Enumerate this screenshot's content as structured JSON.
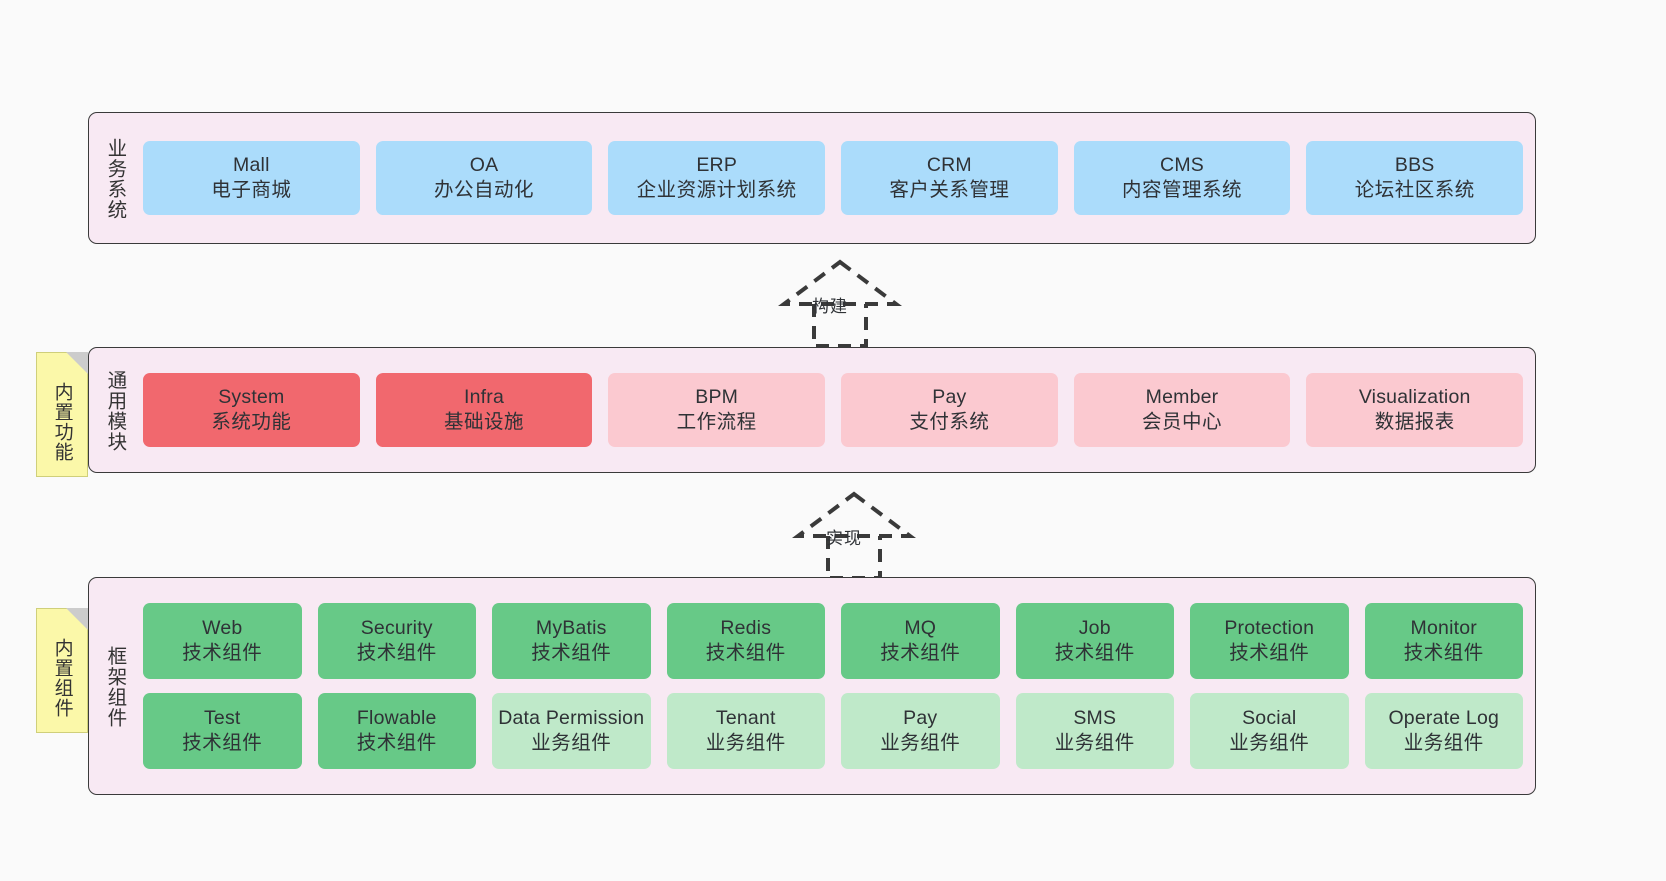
{
  "diagram": {
    "background": "#fafafa",
    "layer_fill": "#f8e9f3",
    "layer_border": "#3a3a3a",
    "note_fill": "#fbf8a9"
  },
  "layers": [
    {
      "id": "business",
      "title": "业务系统",
      "color": "#abdcfb",
      "cards": [
        {
          "en": "Mall",
          "cn": "电子商城"
        },
        {
          "en": "OA",
          "cn": "办公自动化"
        },
        {
          "en": "ERP",
          "cn": "企业资源计划系统"
        },
        {
          "en": "CRM",
          "cn": "客户关系管理"
        },
        {
          "en": "CMS",
          "cn": "内容管理系统"
        },
        {
          "en": "BBS",
          "cn": "论坛社区系统"
        }
      ]
    },
    {
      "id": "common",
      "title": "通用模块",
      "note": "内置功能",
      "cards": [
        {
          "en": "System",
          "cn": "系统功能",
          "color": "#f1686e"
        },
        {
          "en": "Infra",
          "cn": "基础设施",
          "color": "#f1686e"
        },
        {
          "en": "BPM",
          "cn": "工作流程",
          "color": "#fbc9d0"
        },
        {
          "en": "Pay",
          "cn": "支付系统",
          "color": "#fbc9d0"
        },
        {
          "en": "Member",
          "cn": "会员中心",
          "color": "#fbc9d0"
        },
        {
          "en": "Visualization",
          "cn": "数据报表",
          "color": "#fbc9d0"
        }
      ]
    },
    {
      "id": "framework",
      "title": "框架组件",
      "note": "内置组件",
      "rows": [
        [
          {
            "en": "Web",
            "cn": "技术组件",
            "color": "#67c987"
          },
          {
            "en": "Security",
            "cn": "技术组件",
            "color": "#67c987"
          },
          {
            "en": "MyBatis",
            "cn": "技术组件",
            "color": "#67c987"
          },
          {
            "en": "Redis",
            "cn": "技术组件",
            "color": "#67c987"
          },
          {
            "en": "MQ",
            "cn": "技术组件",
            "color": "#67c987"
          },
          {
            "en": "Job",
            "cn": "技术组件",
            "color": "#67c987"
          },
          {
            "en": "Protection",
            "cn": "技术组件",
            "color": "#67c987"
          },
          {
            "en": "Monitor",
            "cn": "技术组件",
            "color": "#67c987"
          }
        ],
        [
          {
            "en": "Test",
            "cn": "技术组件",
            "color": "#67c987"
          },
          {
            "en": "Flowable",
            "cn": "技术组件",
            "color": "#67c987"
          },
          {
            "en": "Data Permission",
            "cn": "业务组件",
            "color": "#bfe9c9"
          },
          {
            "en": "Tenant",
            "cn": "业务组件",
            "color": "#bfe9c9"
          },
          {
            "en": "Pay",
            "cn": "业务组件",
            "color": "#bfe9c9"
          },
          {
            "en": "SMS",
            "cn": "业务组件",
            "color": "#bfe9c9"
          },
          {
            "en": "Social",
            "cn": "业务组件",
            "color": "#bfe9c9"
          },
          {
            "en": "Operate Log",
            "cn": "业务组件",
            "color": "#bfe9c9"
          }
        ]
      ]
    }
  ],
  "connectors": [
    {
      "id": "build",
      "label": "构建",
      "style": "dashed-generalization"
    },
    {
      "id": "impl",
      "label": "实现",
      "style": "dashed-generalization"
    }
  ]
}
